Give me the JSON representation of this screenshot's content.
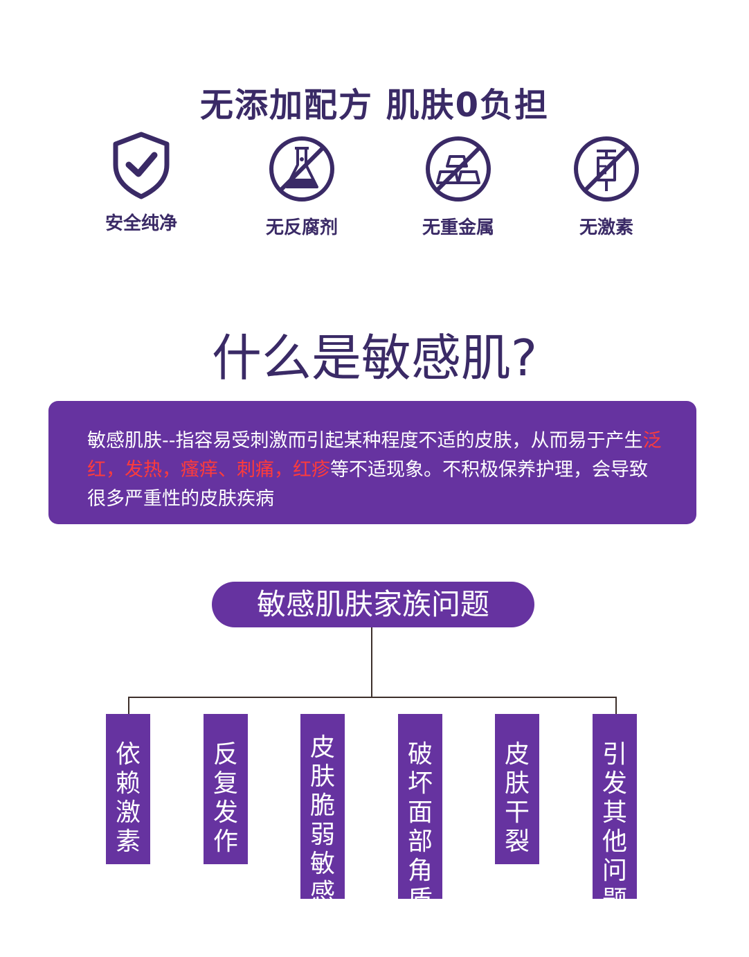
{
  "headline": "无添加配方 肌肤0负担",
  "features": [
    {
      "icon": "shield-check-icon",
      "label": "安全纯净"
    },
    {
      "icon": "no-flask-icon",
      "label": "无反腐剂"
    },
    {
      "icon": "no-metal-icon",
      "label": "无重金属"
    },
    {
      "icon": "no-syringe-icon",
      "label": "无激素"
    }
  ],
  "question": "什么是敏感肌?",
  "description": {
    "part1": "敏感肌肤--指容易受刺激而引起某种程度不适的皮肤，从而易于产生",
    "highlight": "泛红，发热，瘙痒、刺痛，红疹",
    "part2": "等不适现象。不积极保养护理，会导致很多严重性的皮肤疾病"
  },
  "family_title": "敏感肌肤家族问题",
  "problems": [
    "依赖激素",
    "反复发作",
    "皮肤脆弱敏感",
    "破坏面部角质",
    "皮肤干裂",
    "引发其他问题"
  ],
  "colors": {
    "dark_purple": "#3a2a66",
    "purple": "#6633a0",
    "red": "#ff3b3b"
  }
}
